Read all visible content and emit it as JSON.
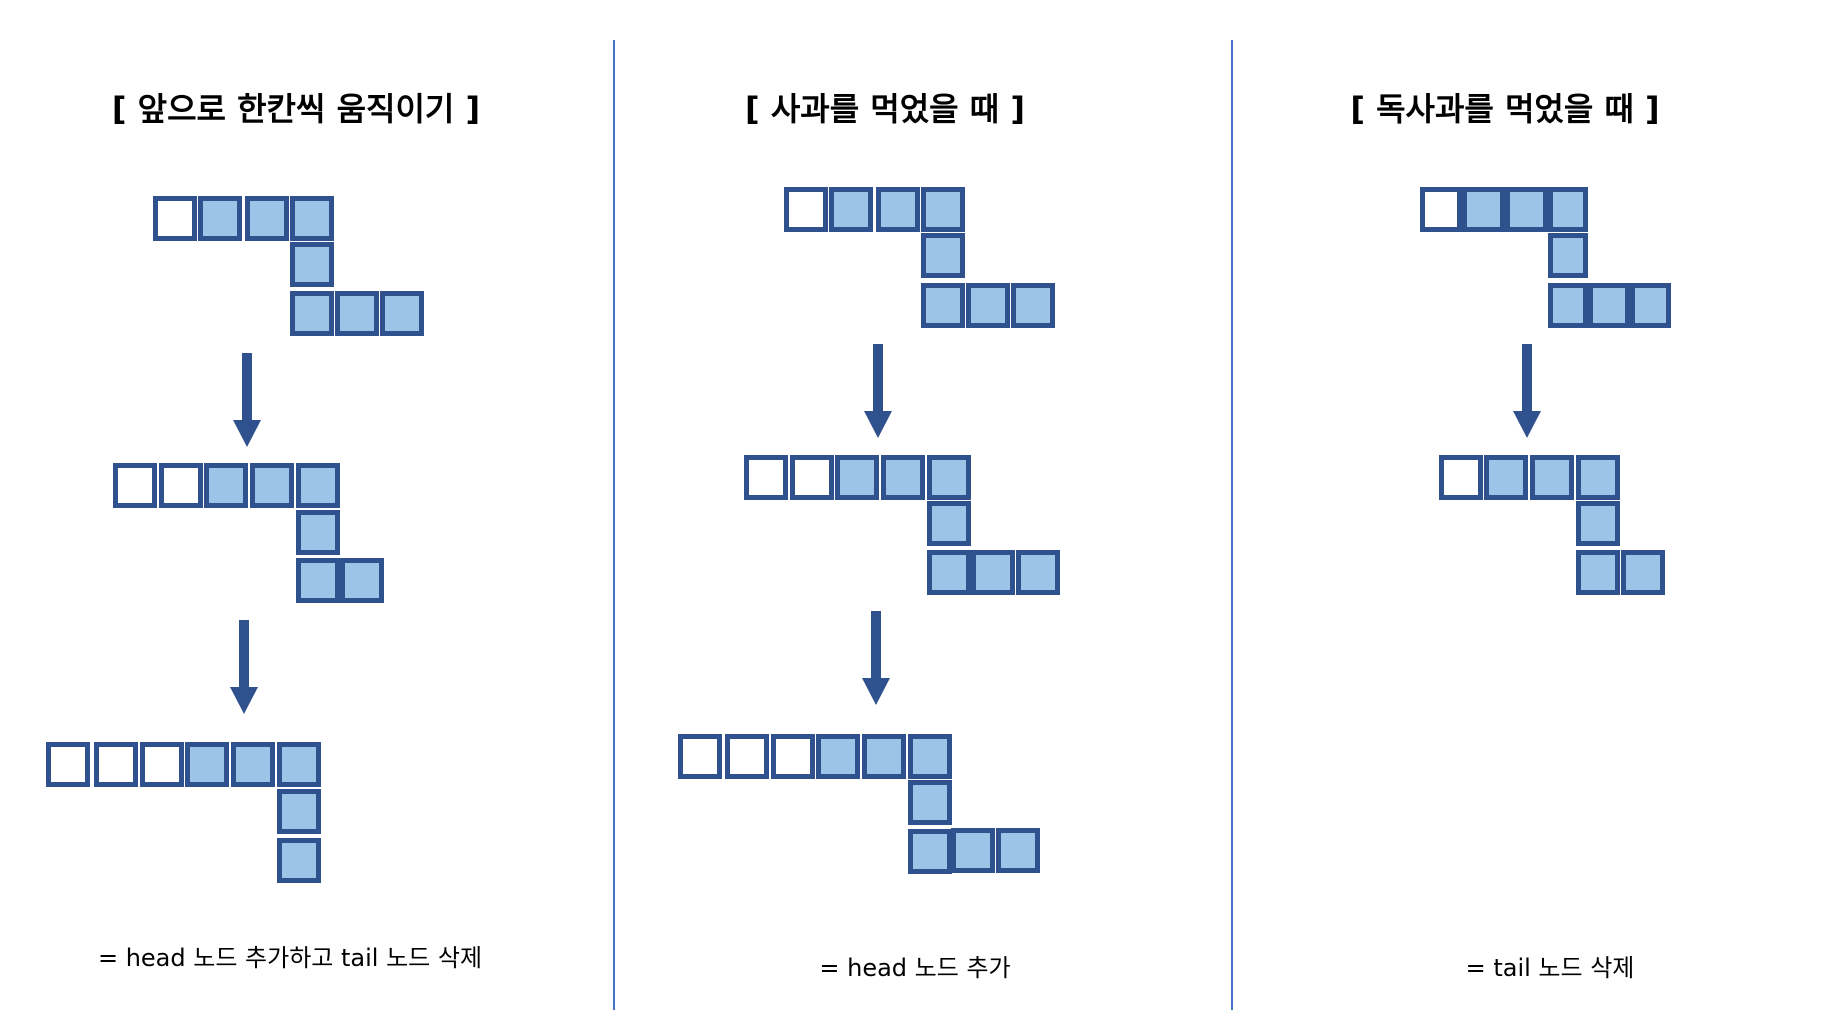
{
  "colors": {
    "box_border": "#2f528f",
    "box_fill": "#9dc3e6",
    "empty_fill": "#ffffff",
    "divider": "#4472c4",
    "arrow": "#2f528f"
  },
  "panels": [
    {
      "title": "[ 앞으로 한칸씩 움직이기 ]",
      "caption": "= head 노드 추가하고 tail 노드 삭제"
    },
    {
      "title": "[ 사과를 먹었을 때 ]",
      "caption": "= head 노드 추가"
    },
    {
      "title": "[ 독사과를 먹었을 때 ]",
      "caption": "= tail 노드 삭제"
    }
  ]
}
